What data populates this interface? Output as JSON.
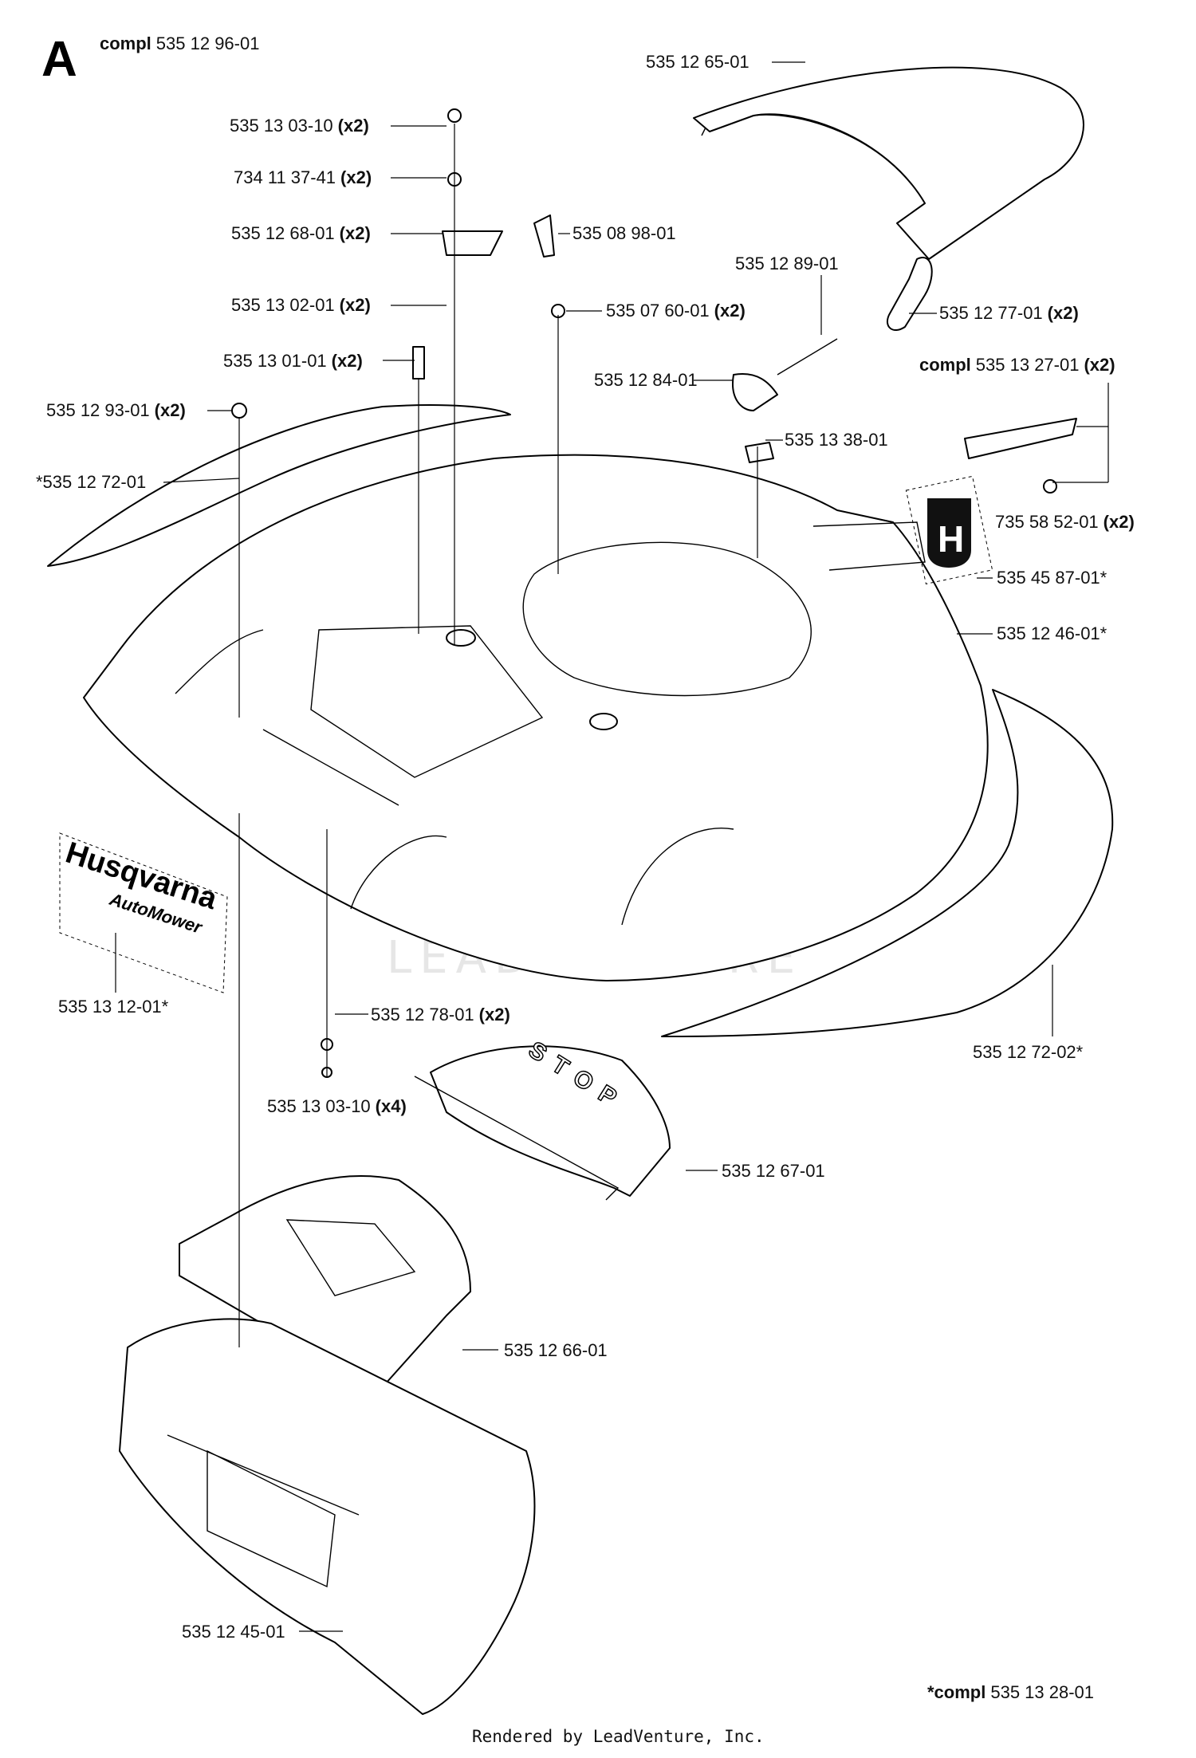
{
  "section_letter": "A",
  "header": {
    "compl_prefix": "compl",
    "compl_number": "535 12 96-01"
  },
  "callouts": [
    {
      "id": "c01",
      "num": "535 12 65-01",
      "qty": ""
    },
    {
      "id": "c02",
      "num": "535 13 03-10",
      "qty": "(x2)"
    },
    {
      "id": "c03",
      "num": "734 11 37-41",
      "qty": "(x2)"
    },
    {
      "id": "c04",
      "num": "535 12 68-01",
      "qty": "(x2)"
    },
    {
      "id": "c05",
      "num": "535 08 98-01",
      "qty": ""
    },
    {
      "id": "c06",
      "num": "535 12 89-01",
      "qty": ""
    },
    {
      "id": "c07",
      "num": "535 13 02-01",
      "qty": "(x2)"
    },
    {
      "id": "c08",
      "num": "535 07 60-01",
      "qty": "(x2)"
    },
    {
      "id": "c09",
      "num": "535 12 77-01",
      "qty": "(x2)"
    },
    {
      "id": "c10",
      "num": "535 13 01-01",
      "qty": "(x2)"
    },
    {
      "id": "c11",
      "num": "535 12 84-01",
      "qty": ""
    },
    {
      "id": "c12",
      "prefix": "compl",
      "num": "535 13 27-01",
      "qty": "(x2)"
    },
    {
      "id": "c13",
      "num": "535 12 93-01",
      "qty": "(x2)"
    },
    {
      "id": "c14",
      "num": "535 13 38-01",
      "qty": ""
    },
    {
      "id": "c15",
      "num": "*535 12 72-01",
      "qty": ""
    },
    {
      "id": "c16",
      "num": "735 58 52-01",
      "qty": "(x2)"
    },
    {
      "id": "c17",
      "num": "535 45 87-01*",
      "qty": ""
    },
    {
      "id": "c18",
      "num": "535 12 46-01*",
      "qty": ""
    },
    {
      "id": "c19",
      "num": "535 13 12-01*",
      "qty": ""
    },
    {
      "id": "c20",
      "num": "535 12 78-01",
      "qty": "(x2)"
    },
    {
      "id": "c21",
      "num": "535 12 72-02*",
      "qty": ""
    },
    {
      "id": "c22",
      "num": "535 13 03-10",
      "qty": "(x4)"
    },
    {
      "id": "c23",
      "num": "535 12 67-01",
      "qty": ""
    },
    {
      "id": "c24",
      "num": "535 12 66-01",
      "qty": ""
    },
    {
      "id": "c25",
      "num": "535 12 45-01",
      "qty": ""
    }
  ],
  "footer_note": {
    "prefix": "*compl",
    "number": "535 13 28-01"
  },
  "rendered_by": "Rendered by LeadVenture, Inc.",
  "watermark": "LEADVENTURE",
  "stop_text": "STOP",
  "decal_brand": "Husqvarna",
  "decal_model": "AutoMower",
  "logo_letter": "H"
}
